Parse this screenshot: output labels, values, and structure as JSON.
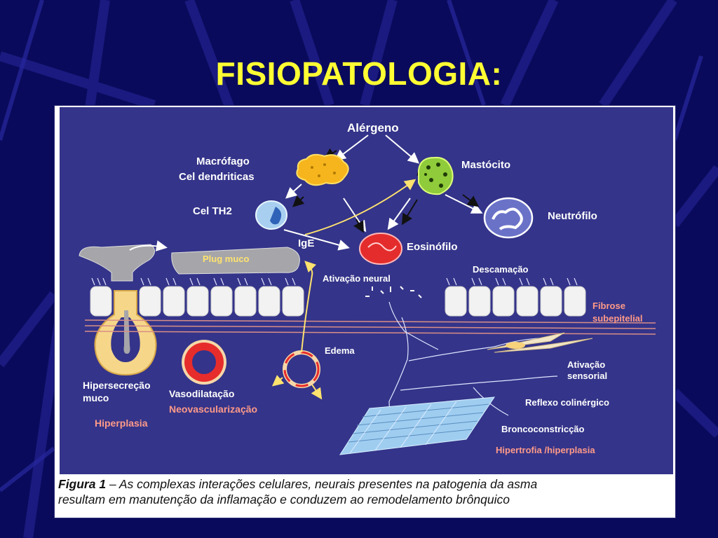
{
  "title": "FISIOPATOLOGIA:",
  "diagram": {
    "labels": {
      "alergeno": "Alérgeno",
      "macrofago_1": "Macrófago",
      "macrofago_2": "Cel dendriticas",
      "mastocito": "Mastócito",
      "cel_th2": "Cel TH2",
      "neutrofilo": "Neutrófilo",
      "ige": "IgE",
      "eosinofilo": "Eosinófilo",
      "plug_muco": "Plug muco",
      "ativacao_neural": "Ativação neural",
      "descamacao": "Descamação",
      "fibrose_1": "Fibrose",
      "fibrose_2": "subepitelial",
      "edema": "Edema",
      "ativacao_sensorial_1": "Ativação",
      "ativacao_sensorial_2": "sensorial",
      "hipersecrecao_1": "Hipersecreção",
      "hipersecrecao_2": "muco",
      "vasodilatacao": "Vasodilatação",
      "neovascularizacao": "Neovascularização",
      "reflexo_colinergico": "Reflexo colinérgico",
      "hiperplasia": "Hiperplasia",
      "broncoconstriccao": "Broncoconstricção",
      "hipertrofia": "Hipertrofia /hiperplasia"
    }
  },
  "caption": {
    "prefix": "Figura 1",
    "line1": " – As complexas interações celulares, neurais presentes na patogenia da asma",
    "line2": "resultam em manutenção da inflamação e conduzem ao remodelamento brônquico"
  },
  "colors": {
    "background": "#0a0a5c",
    "title": "#ffff33",
    "diagram_background": "#34348a",
    "label_white": "#ffffff",
    "label_orange": "#ff9a88"
  }
}
